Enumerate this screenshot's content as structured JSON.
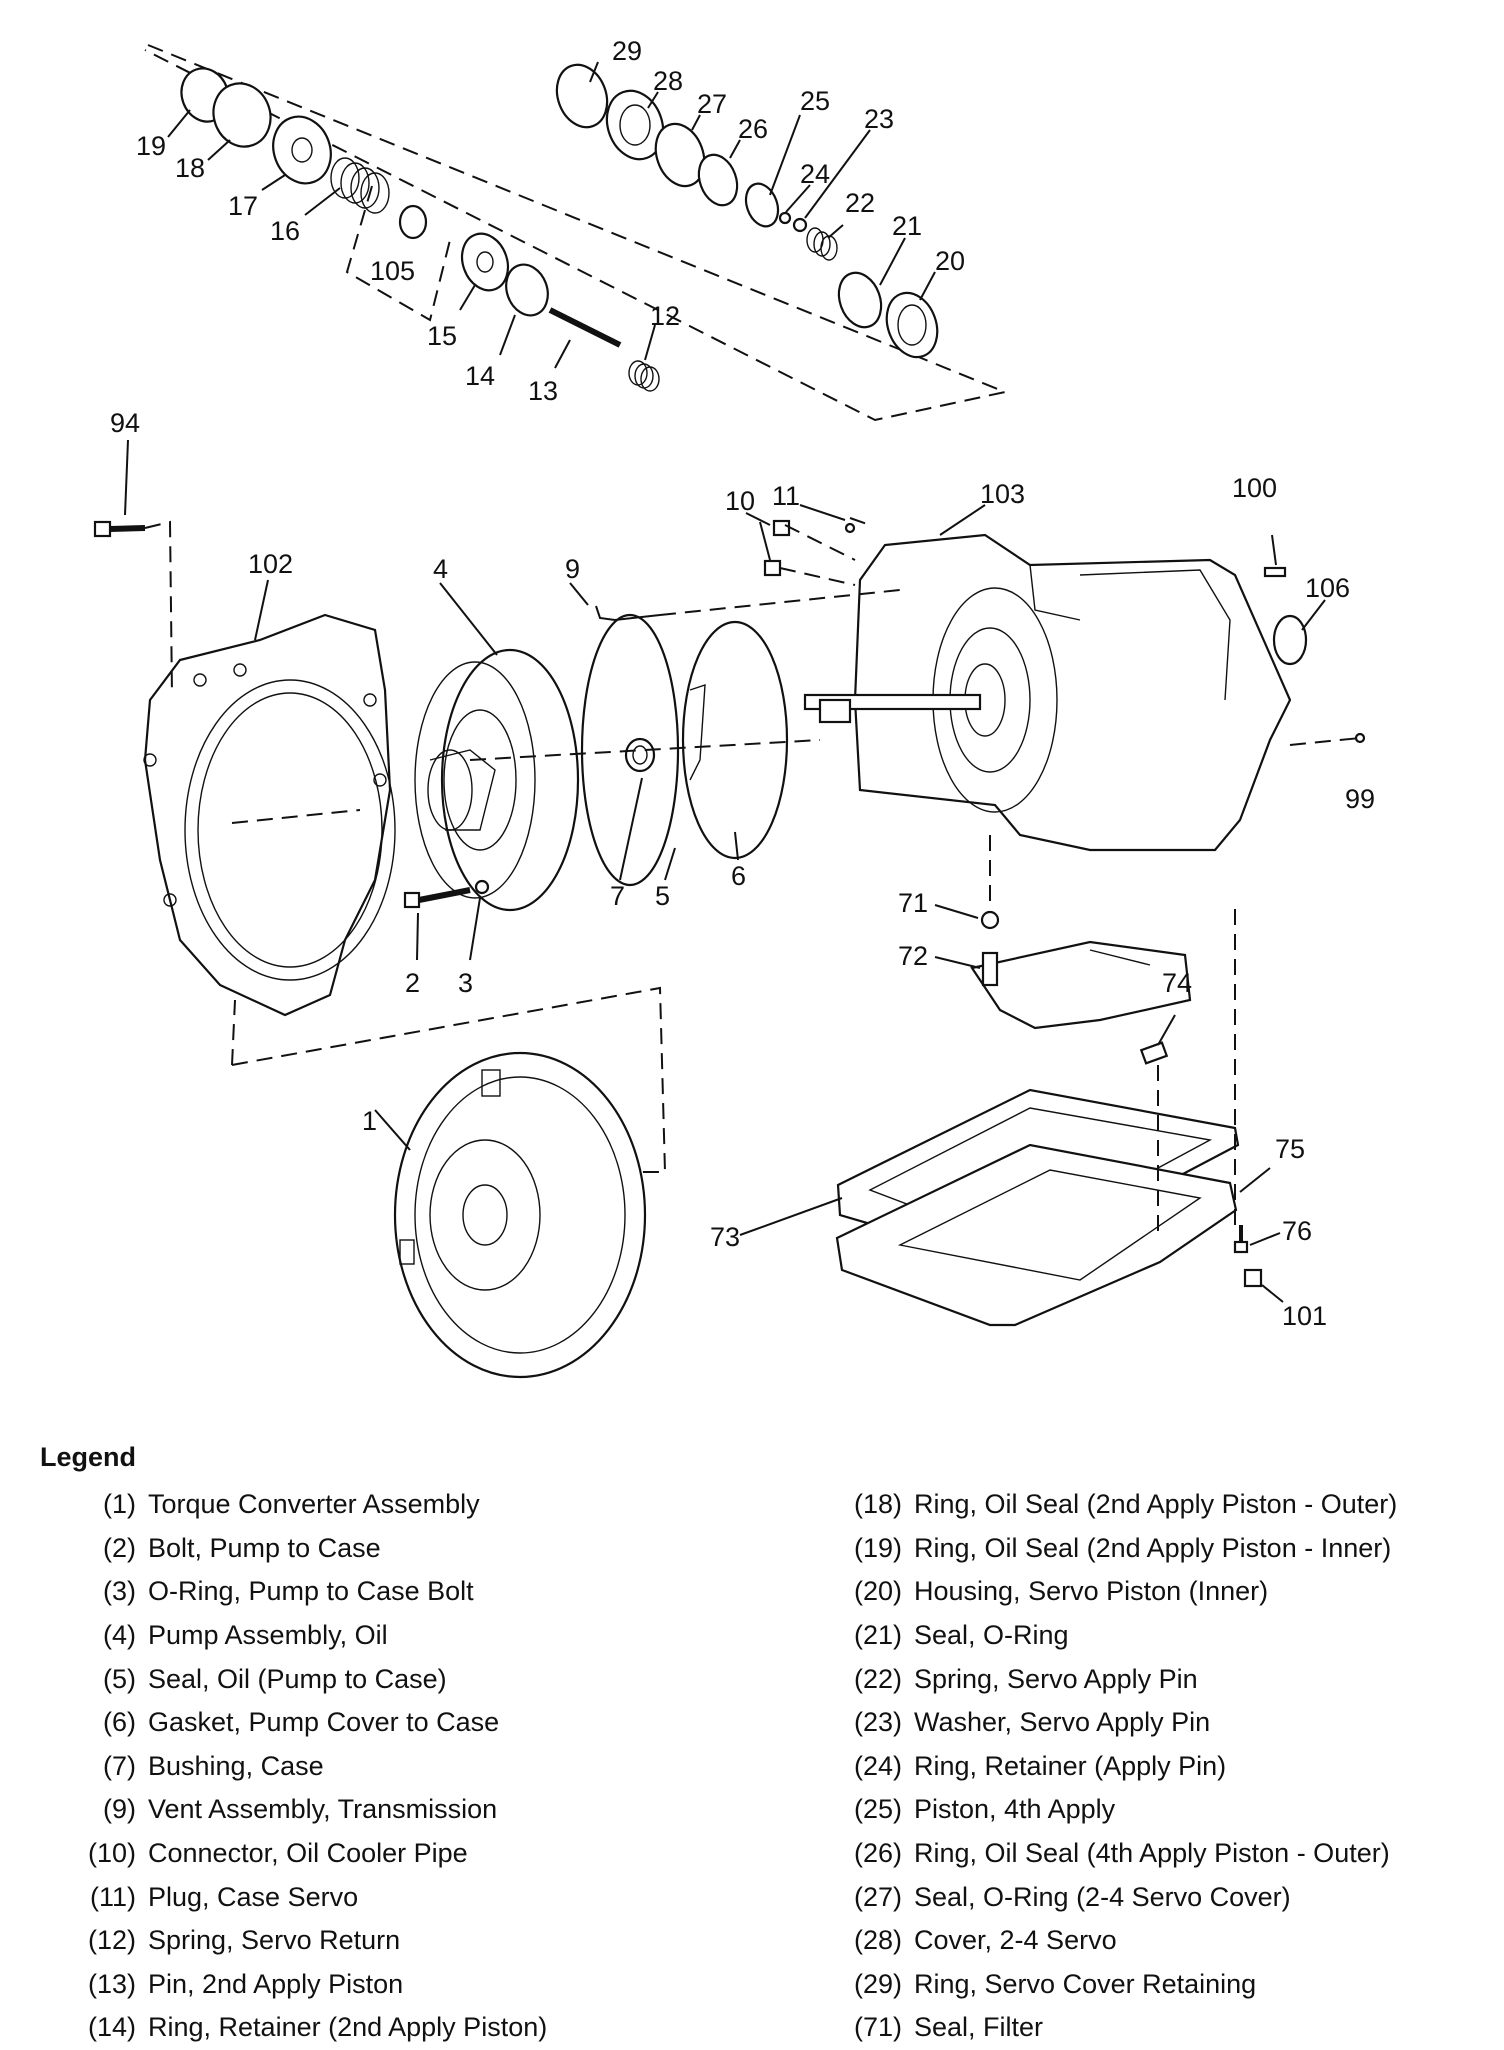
{
  "callouts": [
    "29",
    "28",
    "27",
    "26",
    "25",
    "24",
    "23",
    "22",
    "21",
    "20",
    "19",
    "18",
    "17",
    "16",
    "105",
    "15",
    "14",
    "13",
    "12",
    "94",
    "102",
    "4",
    "9",
    "10",
    "11",
    "103",
    "100",
    "106",
    "99",
    "7",
    "5",
    "6",
    "2",
    "3",
    "71",
    "72",
    "74",
    "1",
    "75",
    "76",
    "73",
    "101"
  ],
  "legend": {
    "title": "Legend",
    "left": [
      {
        "num": "(1)",
        "text": "Torque Converter Assembly"
      },
      {
        "num": "(2)",
        "text": "Bolt, Pump to Case"
      },
      {
        "num": "(3)",
        "text": "O-Ring, Pump to Case Bolt"
      },
      {
        "num": "(4)",
        "text": "Pump Assembly, Oil"
      },
      {
        "num": "(5)",
        "text": "Seal, Oil (Pump to Case)"
      },
      {
        "num": "(6)",
        "text": "Gasket, Pump Cover to Case"
      },
      {
        "num": "(7)",
        "text": "Bushing, Case"
      },
      {
        "num": "(9)",
        "text": "Vent Assembly, Transmission"
      },
      {
        "num": "(10)",
        "text": "Connector, Oil Cooler Pipe"
      },
      {
        "num": "(11)",
        "text": "Plug, Case Servo"
      },
      {
        "num": "(12)",
        "text": "Spring, Servo Return"
      },
      {
        "num": "(13)",
        "text": "Pin, 2nd Apply Piston"
      },
      {
        "num": "(14)",
        "text": "Ring, Retainer (2nd Apply Piston)"
      }
    ],
    "right": [
      {
        "num": "(18)",
        "text": "Ring, Oil Seal (2nd Apply Piston - Outer)"
      },
      {
        "num": "(19)",
        "text": "Ring, Oil Seal (2nd Apply Piston - Inner)"
      },
      {
        "num": "(20)",
        "text": "Housing, Servo Piston (Inner)"
      },
      {
        "num": "(21)",
        "text": "Seal, O-Ring"
      },
      {
        "num": "(22)",
        "text": "Spring, Servo Apply Pin"
      },
      {
        "num": "(23)",
        "text": "Washer, Servo Apply Pin"
      },
      {
        "num": "(24)",
        "text": "Ring, Retainer (Apply Pin)"
      },
      {
        "num": "(25)",
        "text": "Piston, 4th Apply"
      },
      {
        "num": "(26)",
        "text": "Ring, Oil Seal (4th Apply Piston - Outer)"
      },
      {
        "num": "(27)",
        "text": "Seal, O-Ring (2-4 Servo Cover)"
      },
      {
        "num": "(28)",
        "text": "Cover, 2-4 Servo"
      },
      {
        "num": "(29)",
        "text": "Ring, Servo Cover Retaining"
      },
      {
        "num": "(71)",
        "text": "Seal, Filter"
      }
    ]
  }
}
